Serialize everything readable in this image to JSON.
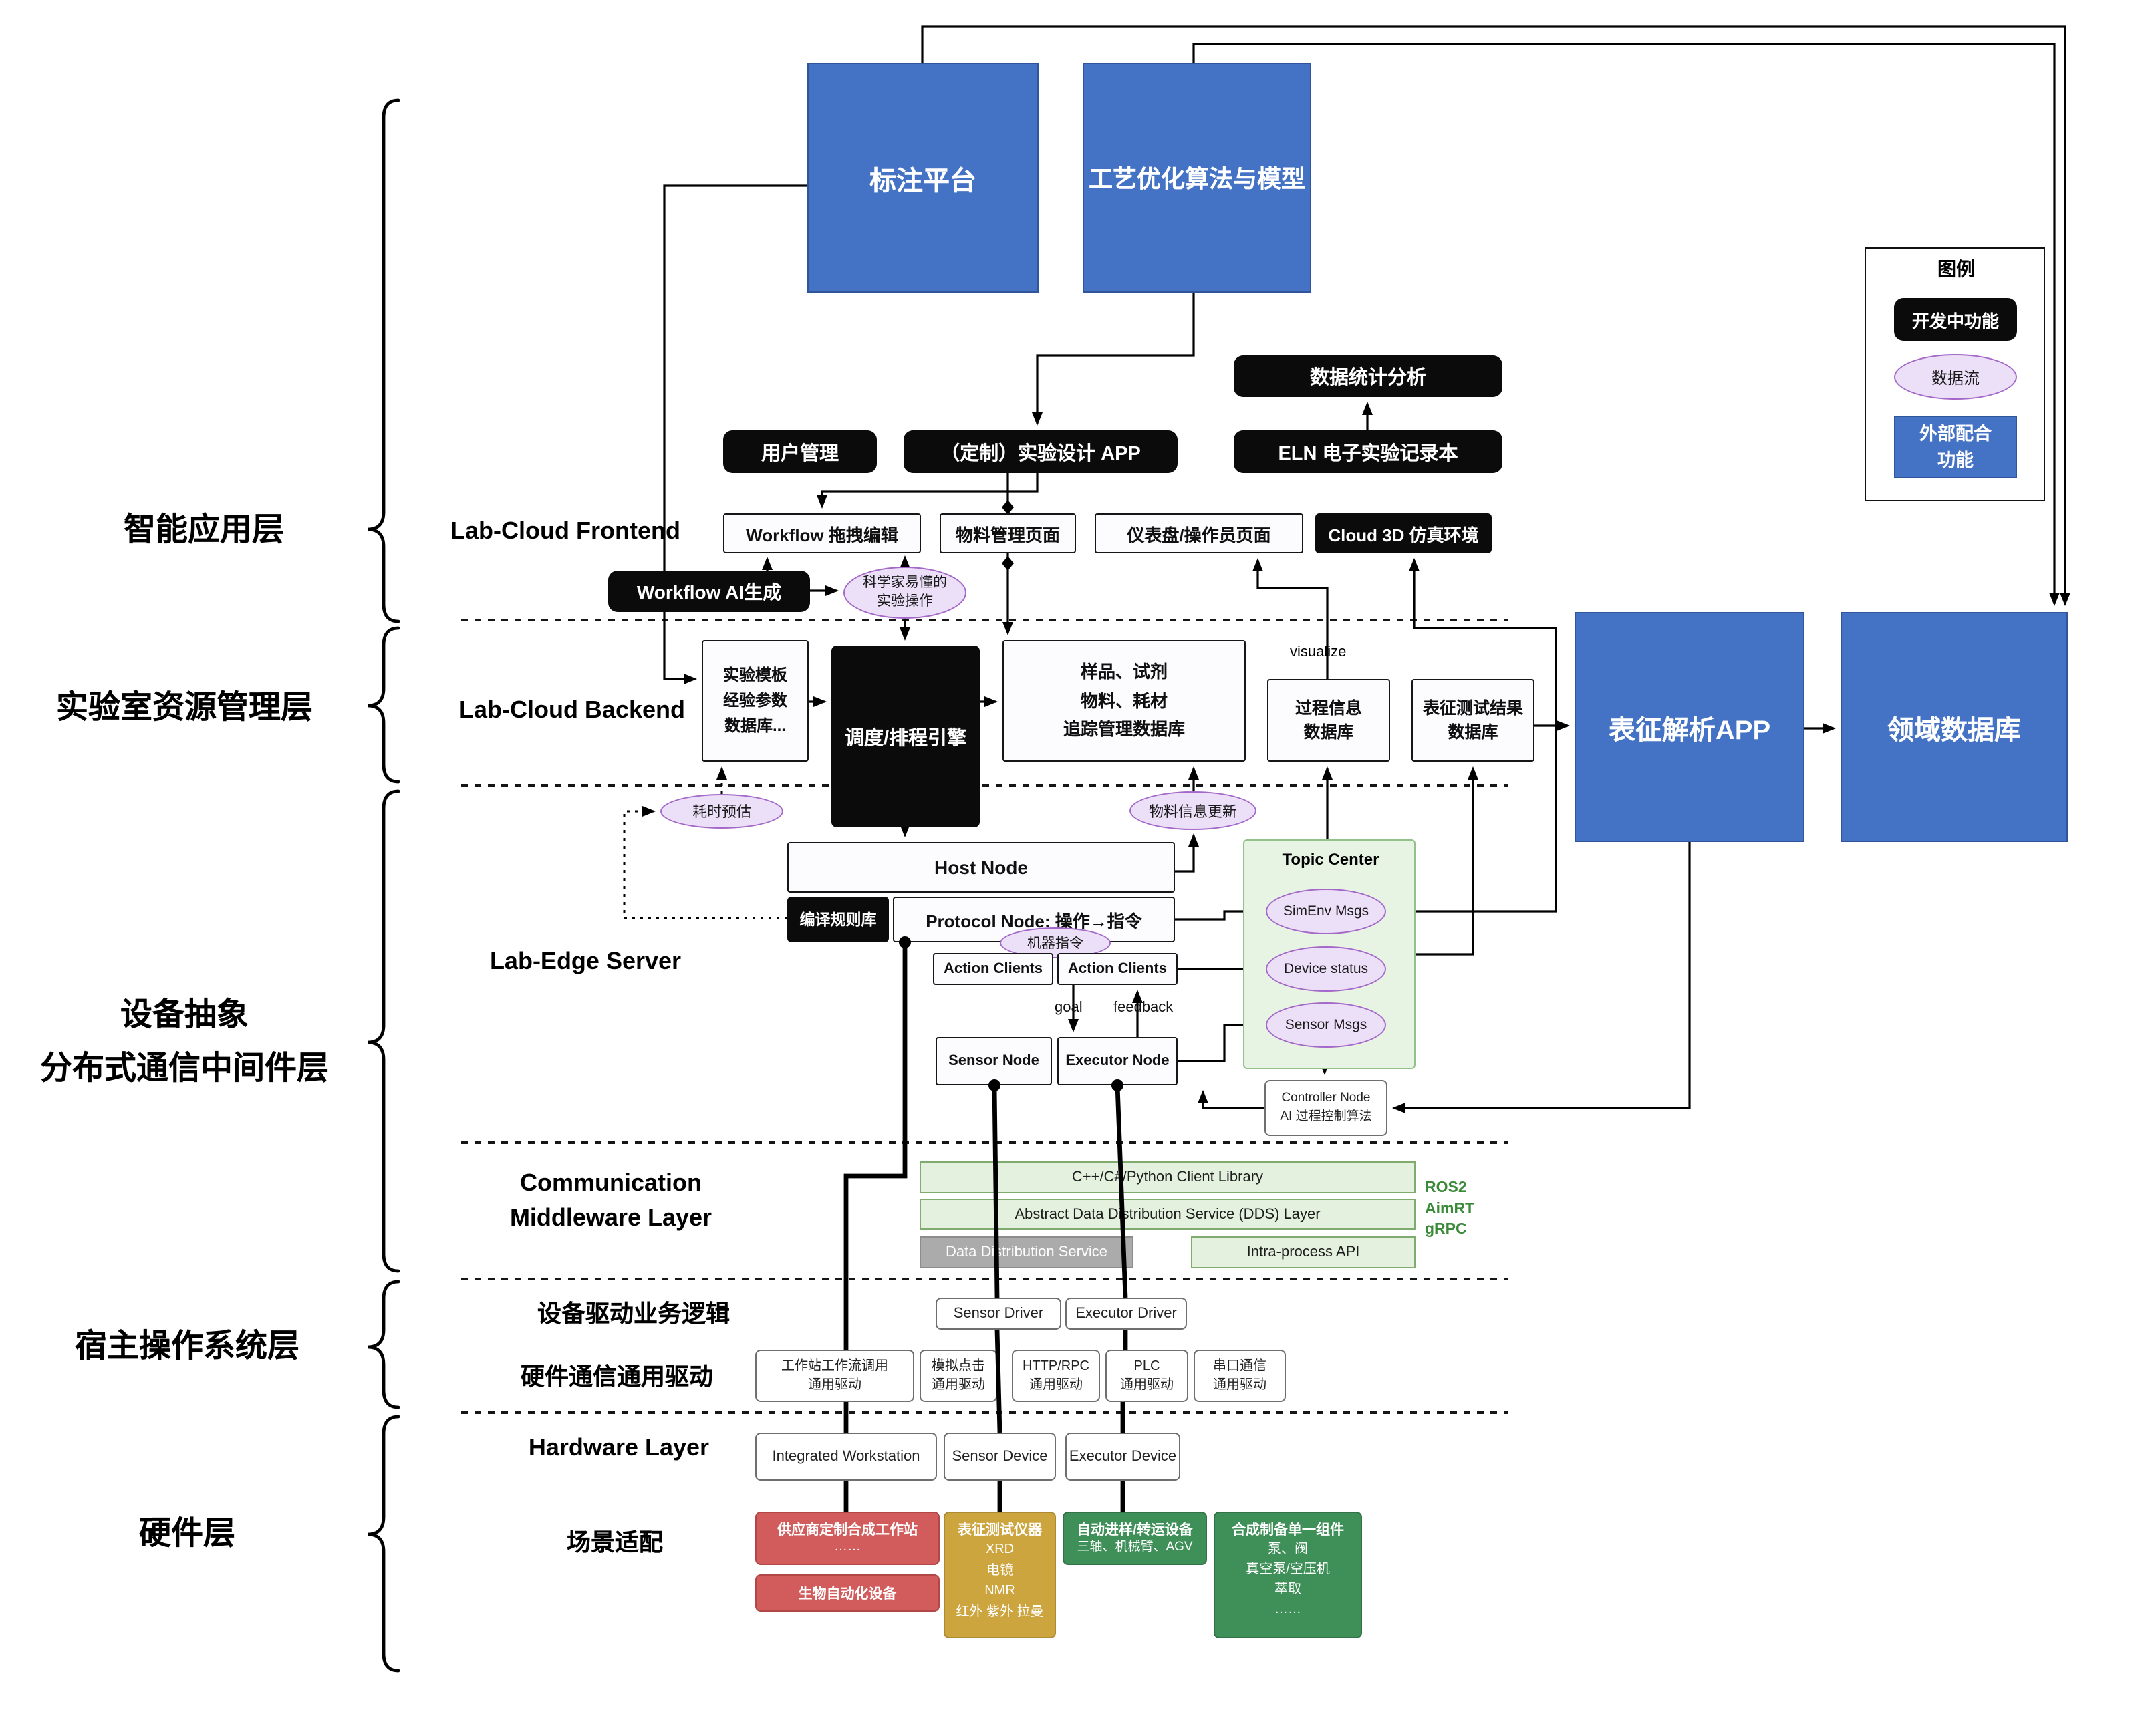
{
  "left_layers": {
    "intelligent_app": "智能应用层",
    "lab_resource": "实验室资源管理层",
    "device_abstraction": "设备抽象\n分布式通信中间件层",
    "host_os": "宿主操作系统层",
    "hardware": "硬件层"
  },
  "legend": {
    "title": "图例",
    "in_development": "开发中功能",
    "data_flow": "数据流",
    "external": "外部配合\n功能"
  },
  "colors": {
    "external_blue": "#4472c4",
    "in_development_black": "#0b0b0b",
    "data_flow_purple": "#ecdff8",
    "middleware_green": "#e4f1de",
    "vendor_red": "#d25c5c",
    "instrument_gold": "#cda53f",
    "device_green": "#3f8f58"
  },
  "top_row": {
    "annotation_platform": "标注平台",
    "process_optimization": "工艺优化算法与模型"
  },
  "app_layer": {
    "stats": "数据统计分析",
    "user_mgmt": "用户管理",
    "custom_app": "（定制）实验设计 APP",
    "eln": "ELN 电子实验记录本",
    "frontend_label": "Lab-Cloud Frontend",
    "workflow_edit": "Workflow 拖拽编辑",
    "material_page": "物料管理页面",
    "dashboard_page": "仪表盘/操作员页面",
    "cloud_3d": "Cloud 3D 仿真环境",
    "workflow_ai": "Workflow AI生成",
    "sci_ops": "科学家易懂的\n实验操作"
  },
  "backend": {
    "label": "Lab-Cloud Backend",
    "template_db": "实验模板\n经验参数\n数据库...",
    "scheduler": "调度/排程引擎",
    "sample_db": "样品、试剂\n物料、耗材\n追踪管理数据库",
    "visualize": "visualize",
    "process_db": "过程信息\n数据库",
    "charact_db": "表征测试结果\n数据库",
    "analysis_app": "表征解析APP",
    "domain_db": "领域数据库",
    "time_estimate": "耗时预估",
    "material_update": "物料信息更新"
  },
  "edge": {
    "label": "Lab-Edge Server",
    "host_node": "Host Node",
    "compile_lib": "编译规则库",
    "protocol_node": "Protocol Node: 操作→指令",
    "machine_cmd": "机器指令",
    "action_clients_1": "Action Clients",
    "action_clients_2": "Action Clients",
    "topic_center": "Topic Center",
    "simenv_msgs": "SimEnv Msgs",
    "device_status": "Device status",
    "sensor_msgs": "Sensor Msgs",
    "goal": "goal",
    "feedback": "feedback",
    "sensor_node": "Sensor Node",
    "executor_node": "Executor Node",
    "controller_node": "Controller Node\nAI 过程控制算法"
  },
  "middleware": {
    "label": "Communication\nMiddleware Layer",
    "client_lib": "C++/C#/Python Client Library",
    "dds_abstract": "Abstract Data Distribution Service (DDS) Layer",
    "dds_service": "Data Distribution Service",
    "intra_api": "Intra-process API",
    "stacks": "ROS2\nAimRT\ngRPC"
  },
  "drivers": {
    "logic_label": "设备驱动业务逻辑",
    "sensor_driver": "Sensor Driver",
    "executor_driver": "Executor Driver",
    "generic_label": "硬件通信通用驱动",
    "workstation": "工作站工作流调用\n通用驱动",
    "sim_click": "模拟点击\n通用驱动",
    "http_rpc": "HTTP/RPC\n通用驱动",
    "plc": "PLC\n通用驱动",
    "serial": "串口通信\n通用驱动"
  },
  "hardware": {
    "label": "Hardware Layer",
    "integrated_ws": "Integrated Workstation",
    "sensor_device": "Sensor Device",
    "executor_device": "Executor Device",
    "scene_label": "场景适配",
    "vendor_ws": {
      "title": "供应商定制合成工作站",
      "items": "……"
    },
    "bio_auto": "生物自动化设备",
    "charact_inst": {
      "title": "表征测试仪器",
      "items": "XRD\n电镜\nNMR\n红外 紫外 拉曼"
    },
    "transfer": {
      "title": "自动进样/转运设备",
      "items": "三轴、机械臂、AGV"
    },
    "synth": {
      "title": "合成制备单一组件",
      "items": "泵、阀\n真空泵/空压机\n萃取\n……"
    }
  }
}
